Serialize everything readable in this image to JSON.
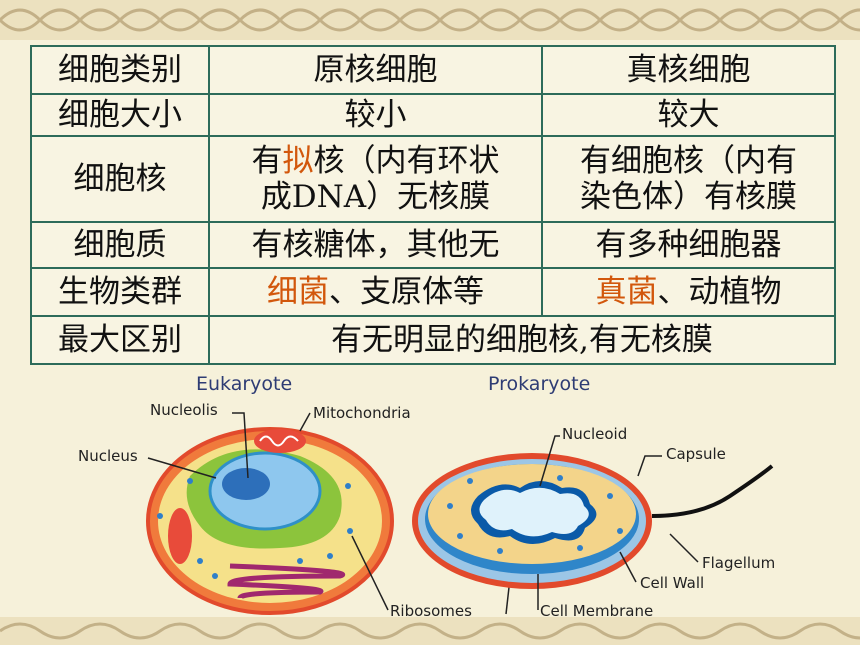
{
  "table": {
    "rows": [
      {
        "label": "细胞类别",
        "prokaryote": "原核细胞",
        "eukaryote": "真核细胞"
      },
      {
        "label": "细胞大小",
        "prokaryote": "较小",
        "eukaryote": "较大"
      },
      {
        "label": "细胞核",
        "prokaryote_parts": [
          "有",
          "拟",
          "核（内有环状",
          "成DNA）无核膜"
        ],
        "eukaryote_lines": [
          "有细胞核（内有",
          "染色体）有核膜"
        ]
      },
      {
        "label": "细胞质",
        "prokaryote": "有核糖体，其他无",
        "eukaryote": "有多种细胞器"
      },
      {
        "label": "生物类群",
        "prokaryote_hl": "细菌",
        "prokaryote_rest": "、支原体等",
        "eukaryote_hl": "真菌",
        "eukaryote_rest": "、动植物"
      },
      {
        "label": "最大区别",
        "merged": "有无明显的细胞核,有无核膜"
      }
    ]
  },
  "diagram": {
    "eukaryote_title": "Eukaryote",
    "prokaryote_title": "Prokaryote",
    "labels": {
      "nucleolis": "Nucleolis",
      "mitochondria": "Mitochondria",
      "nucleus": "Nucleus",
      "ribosomes": "Ribosomes",
      "nucleoid": "Nucleoid",
      "capsule": "Capsule",
      "flagellum": "Flagellum",
      "cell_wall": "Cell Wall",
      "cell_membrane": "Cell Membrane"
    }
  },
  "colors": {
    "table_border": "#2d6b5a",
    "highlight": "#d2570c",
    "background": "#f6f1da"
  }
}
